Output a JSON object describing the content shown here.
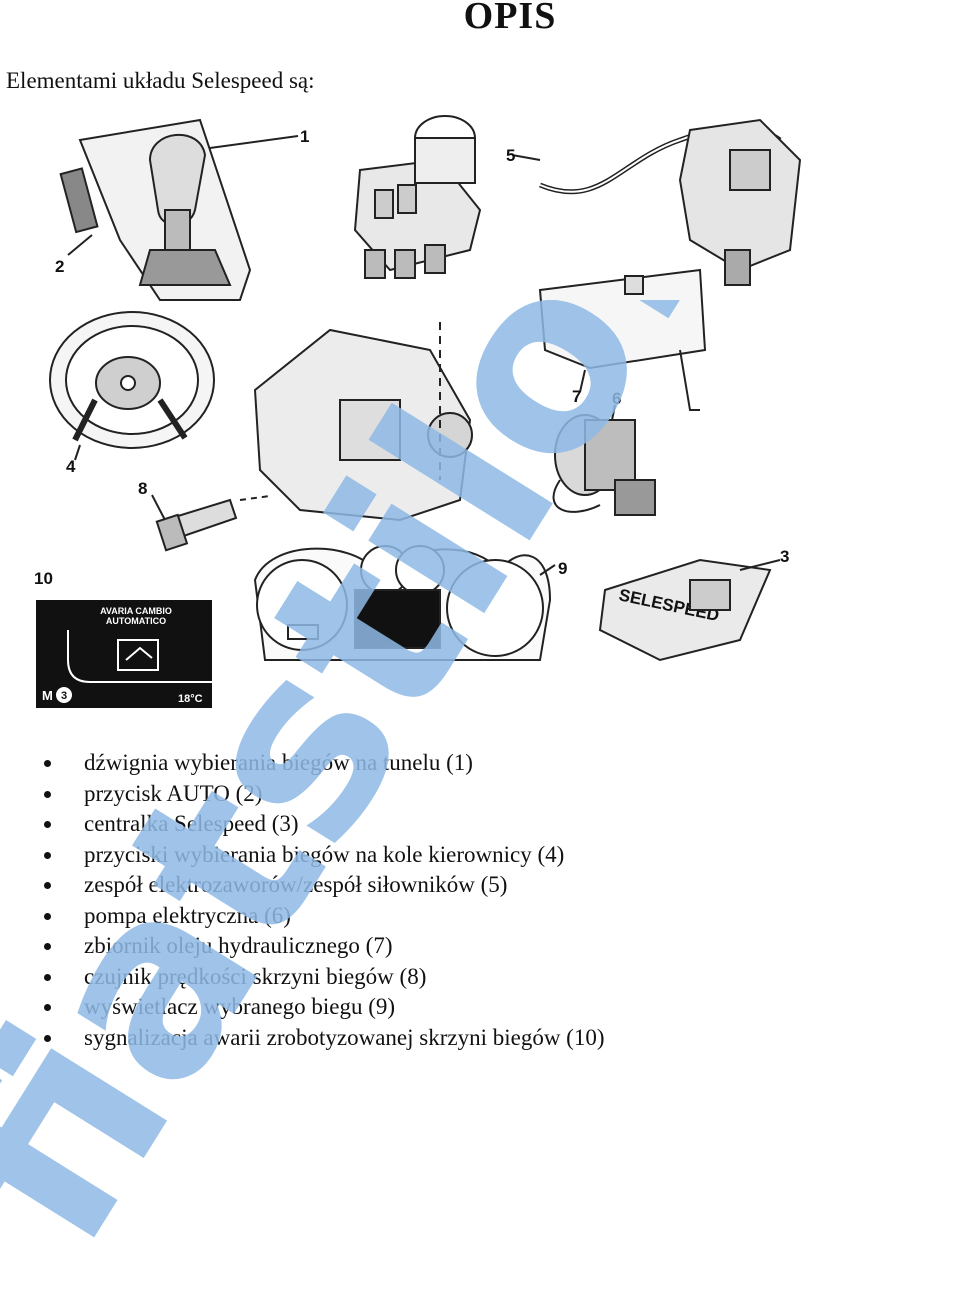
{
  "page": {
    "title": "OPIS",
    "intro": "Elementami układu Selespeed są:",
    "watermark": "fiatstilo.com.pl"
  },
  "figure": {
    "callouts": [
      "1",
      "2",
      "3",
      "4",
      "5",
      "6",
      "7",
      "8",
      "9",
      "10"
    ],
    "warning_panel": {
      "line1": "AVARIA CAMBIO",
      "line2": "AUTOMATICO",
      "gear": "M",
      "gear_number": "3",
      "temperature": "18°C"
    },
    "ecu_label": "SELESPEED"
  },
  "components": [
    "dźwignia wybierania biegów na tunelu (1)",
    "przycisk AUTO (2)",
    "centralka Selespeed (3)",
    "przyciski wybierania biegów na kole kierownicy (4)",
    "zespół elektrozaworów/zespół siłowników (5)",
    "pompa elektryczna (6)",
    "zbiornik oleju hydraulicznego (7)",
    "czujnik prędkości skrzyni biegów (8)",
    "wyświetlacz wybranego biegu (9)",
    "sygnalizacja awarii zrobotyzowanej skrzyni biegów (10)"
  ],
  "colors": {
    "watermark": "#8fb9e6",
    "text": "#111111"
  }
}
